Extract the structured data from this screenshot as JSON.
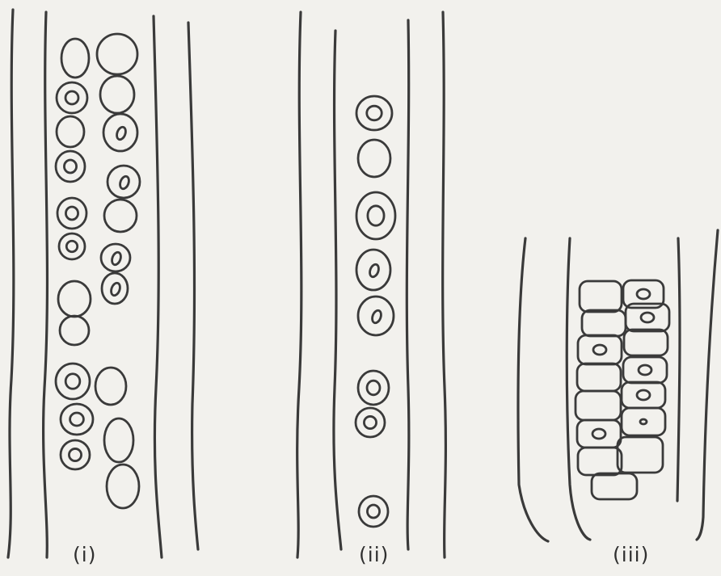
{
  "panels": [
    {
      "label": "(i)"
    },
    {
      "label": "(ii)"
    },
    {
      "label": "(iii)"
    }
  ],
  "colors": {
    "ink": "#3a3a3a",
    "paper": "#f2f1ed"
  }
}
